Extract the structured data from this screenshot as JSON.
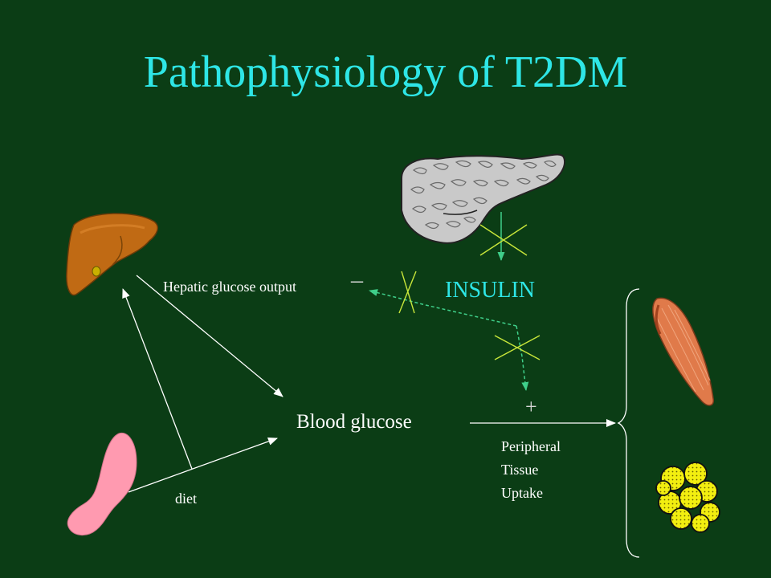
{
  "title": "Pathophysiology of T2DM",
  "labels": {
    "hepatic_glucose_output": "Hepatic glucose output",
    "blood_glucose": "Blood glucose",
    "diet": "diet",
    "insulin": "INSULIN",
    "peripheral_lines": [
      "Peripheral",
      "Tissue",
      "Uptake"
    ],
    "minus_sign": "–",
    "plus_sign": "+"
  },
  "colors": {
    "background": "#0b3d15",
    "title": "#2ee6e6",
    "insulin": "#2ee6e6",
    "labels": "#ffffff",
    "inhibition_arrow": "#3fcf8a",
    "block_marks": "#c8e63a",
    "liver": "#c06a14",
    "pancreas": "#c9c9c9",
    "intestine": "#ff9ab0",
    "muscle": "#e07a4a",
    "fat": "#f2ee10"
  },
  "icons": [
    "liver-icon",
    "pancreas-icon",
    "intestine-icon",
    "muscle-icon",
    "fat-cells-icon"
  ]
}
